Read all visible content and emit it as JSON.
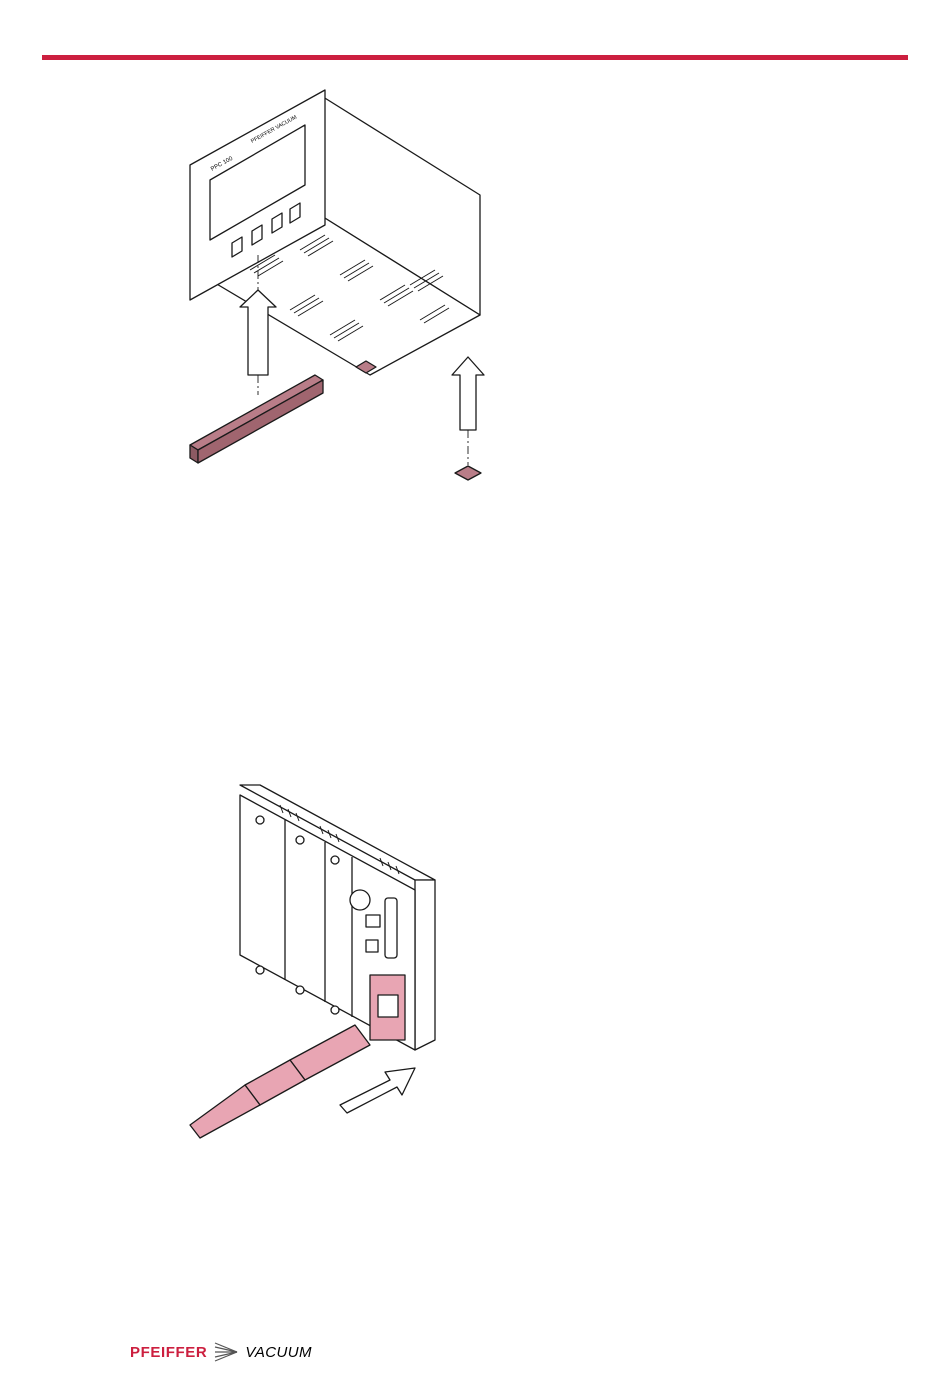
{
  "colors": {
    "accent": "#cc1f3f",
    "part_fill": "#b97d88",
    "cord_fill": "#e8a5b3",
    "line": "#1a1a1a"
  },
  "figure_1": {
    "front_label": "PPC 100",
    "brand_label": "PFEIFFER VACUUM"
  },
  "figure_2": {},
  "footer": {
    "logo_brand": "PFEIFFER",
    "logo_sub": "VACUUM"
  }
}
